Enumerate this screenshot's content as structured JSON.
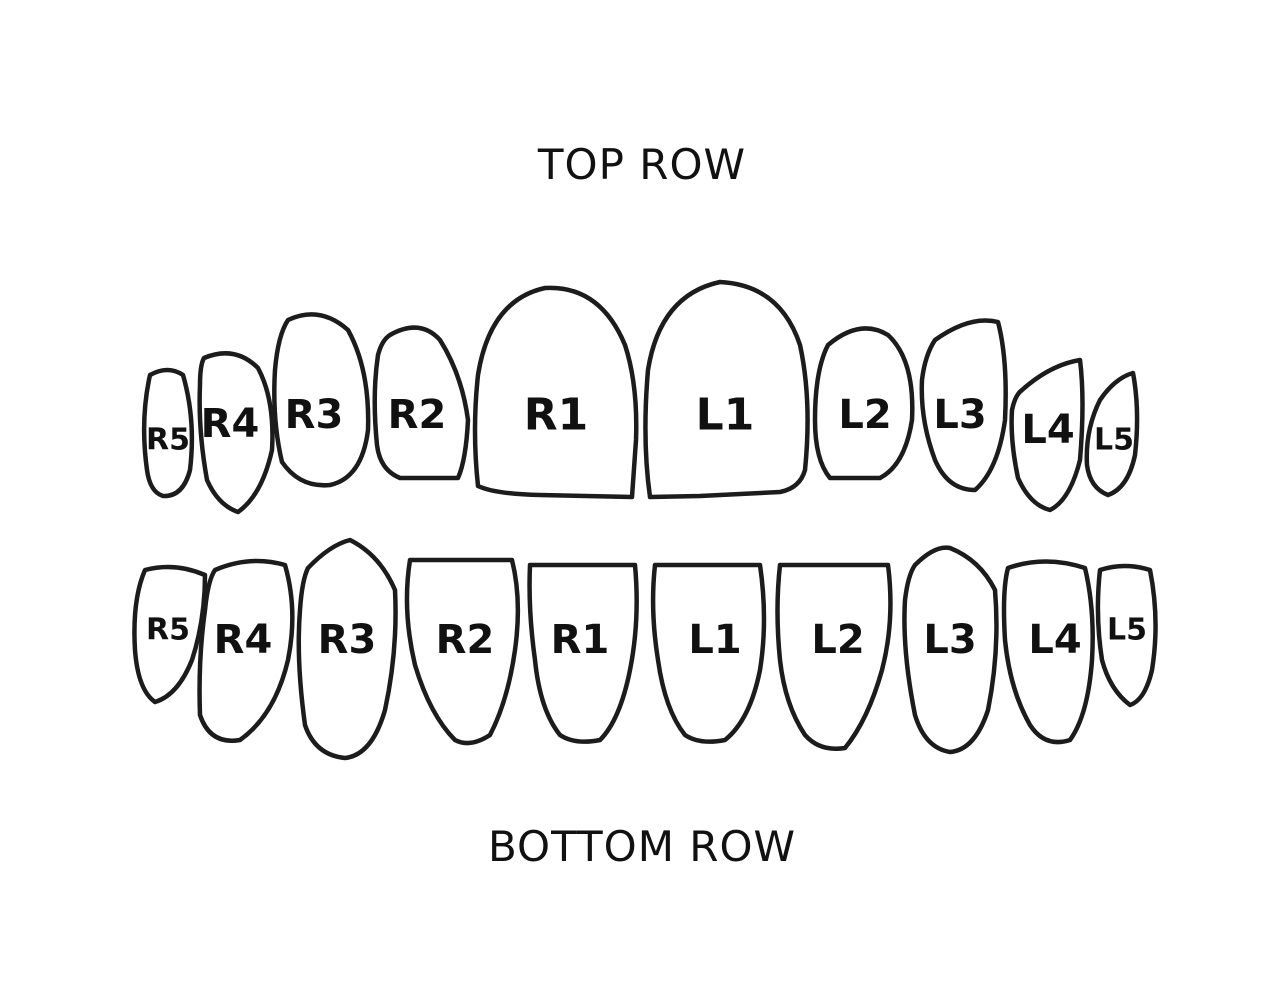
{
  "top_row": {
    "title": "TOP ROW",
    "teeth": [
      "R5",
      "R4",
      "R3",
      "R2",
      "R1",
      "L1",
      "L2",
      "L3",
      "L4",
      "L5"
    ]
  },
  "bottom_row": {
    "title": "BOTTOM ROW",
    "teeth": [
      "R5",
      "R4",
      "R3",
      "R2",
      "R1",
      "L1",
      "L2",
      "L3",
      "L4",
      "L5"
    ]
  }
}
